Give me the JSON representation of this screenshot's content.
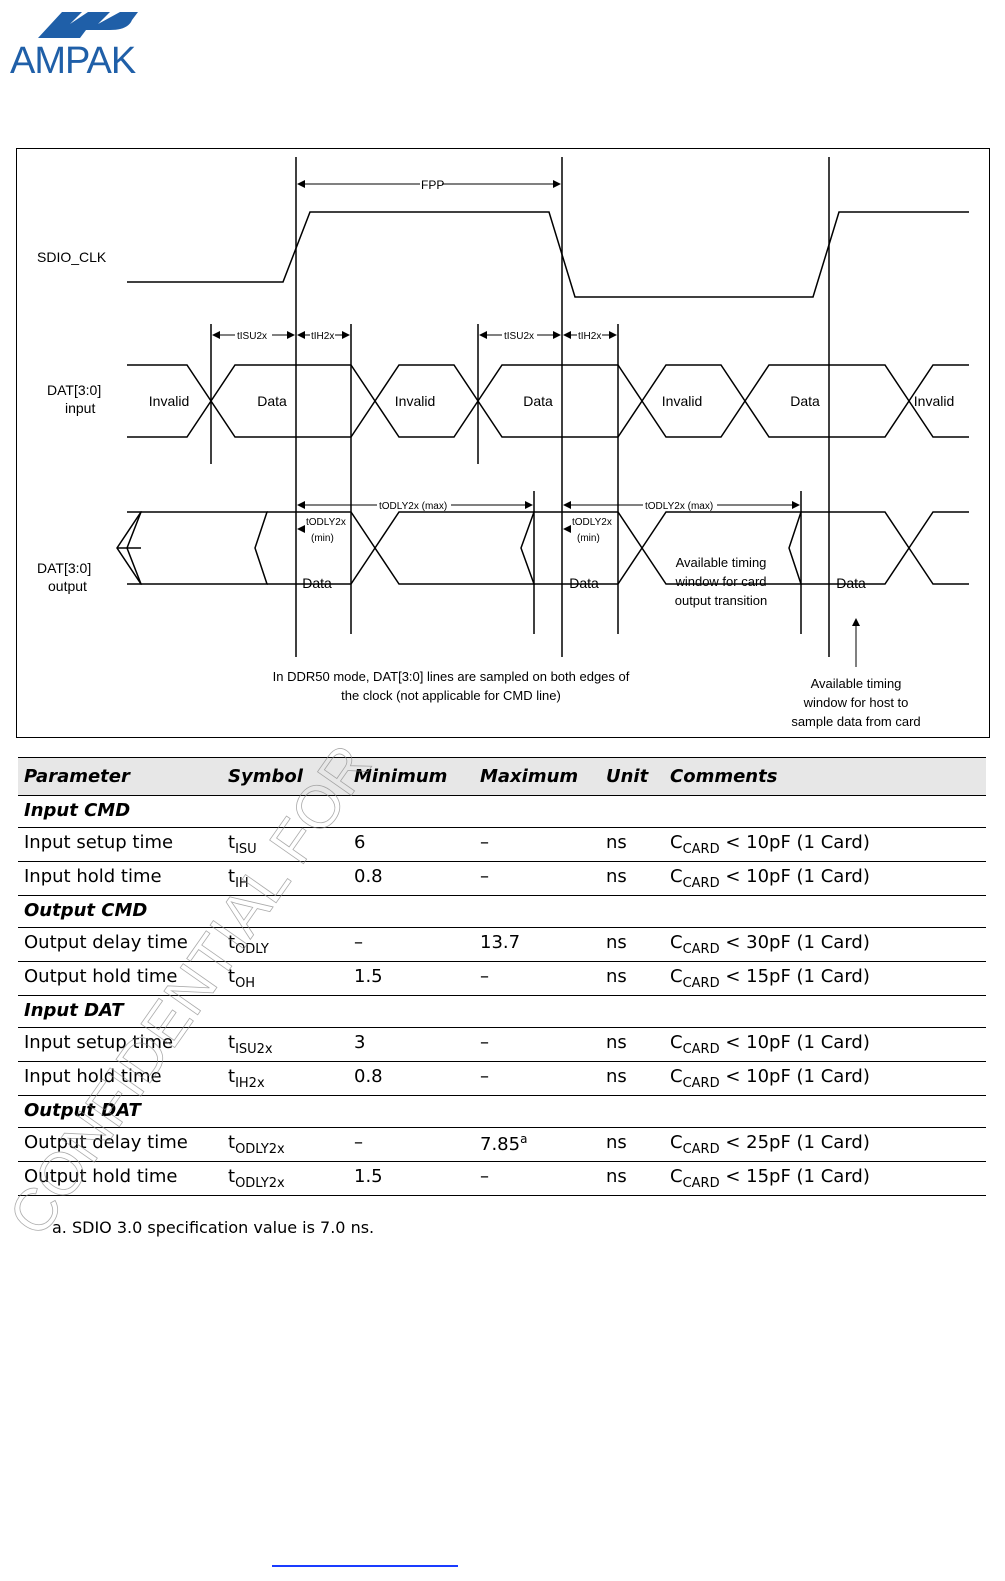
{
  "logo": {
    "text": "AMPAK"
  },
  "diagram": {
    "labels": {
      "fpp": "FPP",
      "sdio_clk": "SDIO_CLK",
      "dat_in_1": "DAT[3:0]",
      "dat_in_2": "input",
      "dat_out_1": "DAT[3:0]",
      "dat_out_2": "output",
      "tisu2x": "tISU2x",
      "tih2x": "tIH2x",
      "todly_max": "tODLY2x (max)",
      "todly_min_1": "tODLY2x",
      "todly_min_2": "(min)",
      "invalid": "Invalid",
      "data": "Data",
      "window_card_1": "Available timing",
      "window_card_2": "window for card",
      "window_card_3": "output transition",
      "note_1": "In DDR50 mode, DAT[3:0] lines are sampled on both edges of",
      "note_2": "the clock (not applicable for CMD line)",
      "window_host_1": "Available timing",
      "window_host_2": "window for host to",
      "window_host_3": "sample data from card"
    }
  },
  "table": {
    "headers": [
      "Parameter",
      "Symbol",
      "Minimum",
      "Maximum",
      "Unit",
      "Comments"
    ],
    "groups": [
      {
        "title": "Input CMD",
        "rows": [
          {
            "param": "Input setup time",
            "sym": "t",
            "sym_sub": "ISU",
            "min": "6",
            "max": "–",
            "unit": "ns",
            "c": "C",
            "c_sub": "CARD",
            "c_rest": " < 10pF (1 Card)"
          },
          {
            "param": "Input hold time",
            "sym": "t",
            "sym_sub": "IH",
            "min": "0.8",
            "max": "–",
            "unit": "ns",
            "c": "C",
            "c_sub": "CARD",
            "c_rest": " < 10pF (1 Card)"
          }
        ]
      },
      {
        "title": "Output CMD",
        "rows": [
          {
            "param": "Output delay time",
            "sym": "t",
            "sym_sub": "ODLY",
            "min": "–",
            "max": "13.7",
            "unit": "ns",
            "c": "C",
            "c_sub": "CARD",
            "c_rest": " < 30pF (1 Card)"
          },
          {
            "param": "Output hold time",
            "sym": "t",
            "sym_sub": "OH",
            "min": "1.5",
            "max": "–",
            "unit": "ns",
            "c": "C",
            "c_sub": "CARD",
            "c_rest": " < 15pF (1 Card)"
          }
        ]
      },
      {
        "title": "Input DAT",
        "rows": [
          {
            "param": "Input setup time",
            "sym": "t",
            "sym_sub": "ISU2x",
            "min": "3",
            "max": "–",
            "unit": "ns",
            "c": "C",
            "c_sub": "CARD",
            "c_rest": " < 10pF (1 Card)"
          },
          {
            "param": "Input hold time",
            "sym": "t",
            "sym_sub": "IH2x",
            "min": "0.8",
            "max": "–",
            "unit": "ns",
            "c": "C",
            "c_sub": "CARD",
            "c_rest": " < 10pF (1 Card)"
          }
        ]
      },
      {
        "title": "Output DAT",
        "rows": [
          {
            "param": "Output delay time",
            "sym": "t",
            "sym_sub": "ODLY2x",
            "min": "–",
            "max": "7.85",
            "max_sup": "a",
            "unit": "ns",
            "c": "C",
            "c_sub": "CARD",
            "c_rest": " < 25pF (1 Card)"
          },
          {
            "param": "Output hold time",
            "sym": "t",
            "sym_sub": "ODLY2x",
            "min": "1.5",
            "max": "–",
            "unit": "ns",
            "c": "C",
            "c_sub": "CARD",
            "c_rest": " < 15pF (1 Card)"
          }
        ]
      }
    ]
  },
  "footnote": "a.   SDIO 3.0 specification value is 7.0 ns.",
  "watermark": {
    "text": "CONFIDENTIAL FOR"
  }
}
